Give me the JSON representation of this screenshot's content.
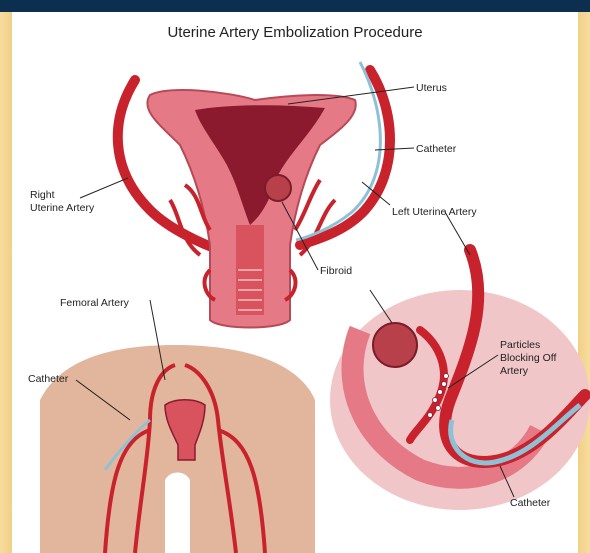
{
  "title": "Uterine Artery Embolization Procedure",
  "labels": {
    "uterus": "Uterus",
    "catheter_top": "Catheter",
    "right_uterine_artery_line1": "Right",
    "right_uterine_artery_line2": "Uterine Artery",
    "left_uterine_artery": "Left Uterine Artery",
    "fibroid": "Fibroid",
    "femoral_artery": "Femoral Artery",
    "catheter_left": "Catheter",
    "particles_line1": "Particles",
    "particles_line2": "Blocking Off",
    "particles_line3": "Artery",
    "catheter_bottom": "Catheter"
  },
  "colors": {
    "artery": "#c8232c",
    "uterus_outer": "#e57a86",
    "uterus_inner": "#8b1a2e",
    "skin": "#e2b69c",
    "catheter": "#8fc1d6",
    "border_bar": "#0c2f4f",
    "frame": "#f1cf88"
  }
}
